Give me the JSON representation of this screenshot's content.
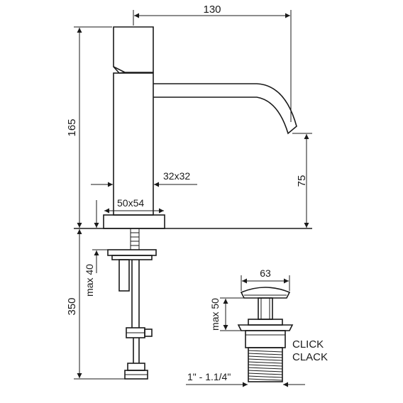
{
  "dimensions": {
    "total_height": "165",
    "spout_reach": "130",
    "spout_height": "75",
    "body_section": "32x32",
    "base_section": "50x54",
    "below_deck_length": "350",
    "max_deck_thickness": "max 40"
  },
  "waste": {
    "width": "63",
    "max_height": "max 50",
    "thread": "1\" - 1.1/4\"",
    "label_line1": "CLICK",
    "label_line2": "CLACK"
  }
}
